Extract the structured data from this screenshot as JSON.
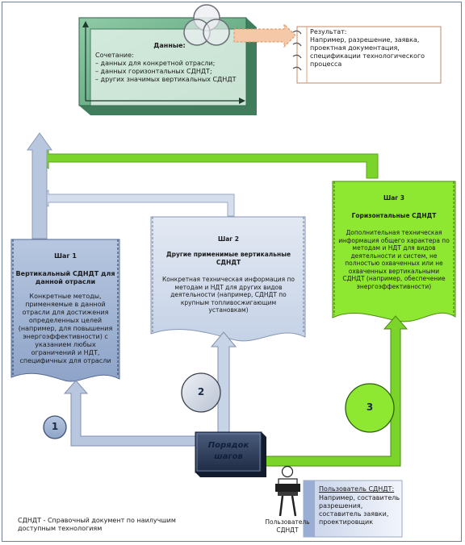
{
  "data_box": {
    "title": "Данные:",
    "body": "Сочетание:\n– данных для конкретной отрасли;\n– данных горизонтальных СДНДТ;\n– других значимых вертикальных СДНДТ"
  },
  "result_box": {
    "text": "Результат:\nНапример, разрешение, заявка, проектная документация, спецификации технологического процесса"
  },
  "step1": {
    "heading": "Шаг 1",
    "title": "Вертикальный СДНДТ для данной отрасли",
    "body": "Конкретные методы, применяемые в данной отрасли для достижения определенных целей (например, для повышения энергоэффективности) с указанием любых ограничений и НДТ, специфичных для отрасли"
  },
  "step2": {
    "heading": "Шаг 2",
    "title": "Другие применимые вертикальные СДНДТ",
    "body": "Конкретная техническая информация по методам и НДТ для других видов деятельности (например, СДНДТ по крупным топливосжигающим установкам)"
  },
  "step3": {
    "heading": "Шаг 3",
    "title": "Горизонтальные СДНДТ",
    "body": "Дополнительная техническая информация общего характера по методам и НДТ для видов деятельности и систем, не полностью охваченных или не охваченных вертикальными СДНДТ (например, обеспечение энергоэффективности)"
  },
  "order_box": {
    "text": "Порядок шагов"
  },
  "circles": {
    "one": "1",
    "two": "2",
    "three": "3"
  },
  "user": {
    "label": "Пользователь СДНДТ",
    "box_title": "Пользователь СДНДТ:",
    "box_body": "Например, составитель разрешения, составитель заявки, проектировщик"
  },
  "footnote": "СДНДТ - Справочный документ по наилучшим доступным технологиям",
  "colors": {
    "step1_fill": "#9fb3d2",
    "step2_fill": "#d7e0ee",
    "step3_fill": "#8ee832",
    "data_fill": "#6fb08c",
    "arrow_green": "#7ad42a",
    "arrow_blue": "#b8c7de",
    "order_fill": "#2f3f5c"
  }
}
